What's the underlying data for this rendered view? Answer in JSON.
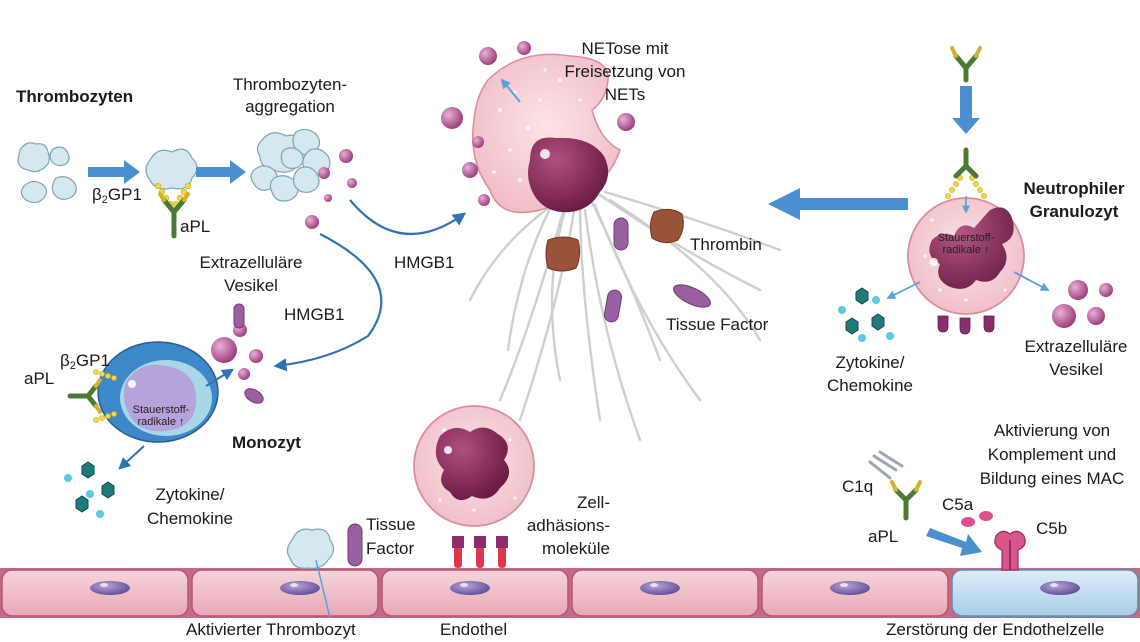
{
  "colors": {
    "arrow_blue": "#4a90d0",
    "line_blue": "#2e74b5",
    "endothelium_pink": "#f2c6cf",
    "endothelium_blue": "#cfe3f2",
    "nucleus_purple": "#8b2b5c",
    "vesicle_purple": "#b5508f",
    "platelet_blue": "#cfe3ec",
    "antibody_green": "#5a8a3a",
    "antibody_gold": "#e0c040",
    "cytokine_teal": "#1f7a78",
    "monocyte_blue": "#3d88c8",
    "tissue_factor": "#9a5fa0",
    "thrombin_brown": "#9a5238"
  },
  "labels": {
    "thrombozyten": "Thrombozyten",
    "b2gp1_left_prefix": "β",
    "b2gp1_left_sub": "2",
    "b2gp1_left_suffix": "GP1",
    "apl_top": "aPL",
    "aggregation_line1": "Thrombozyten-",
    "aggregation_line2": "aggregation",
    "netose_line1": "NETose mit",
    "netose_line2": "Freisetzung von",
    "netose_line3": "NETs",
    "hmgb1_center": "HMGB1",
    "thrombin": "Thrombin",
    "tissue_factor_net": "Tissue Factor",
    "neutrophil_line1": "Neutrophiler",
    "neutrophil_line2": "Granulozyt",
    "staurstoff_neut_1": "Stauerstoff-",
    "staurstoff_neut_2": "radikale ↑",
    "zytokine_right_1": "Zytokine/",
    "zytokine_right_2": "Chemokine",
    "vesikel_right_1": "Extrazelluläre",
    "vesikel_right_2": "Vesikel",
    "vesikel_left_1": "Extrazelluläre",
    "vesikel_left_2": "Vesikel",
    "hmgb1_left": "HMGB1",
    "apl_mono": "aPL",
    "b2gp1_mono_prefix": "β",
    "b2gp1_mono_sub": "2",
    "b2gp1_mono_suffix": "GP1",
    "staurstoff_mono_1": "Stauerstoff-",
    "staurstoff_mono_2": "radikale ↑",
    "monozyt": "Monozyt",
    "zytokine_left_1": "Zytokine/",
    "zytokine_left_2": "Chemokine",
    "tissue_factor_bottom_1": "Tissue",
    "tissue_factor_bottom_2": "Factor",
    "zelladh_1": "Zell-",
    "zelladh_2": "adhäsions-",
    "zelladh_3": "moleküle",
    "komplement_1": "Aktivierung von",
    "komplement_2": "Komplement und",
    "komplement_3": "Bildung eines MAC",
    "c1q": "C1q",
    "c5a": "C5a",
    "c5b": "C5b",
    "apl_bottom": "aPL",
    "aktivierter_thrombozyt": "Aktivierter Thrombozyt",
    "endothel": "Endothel",
    "zerstoerung": "Zerstörung der Endothelzelle"
  }
}
